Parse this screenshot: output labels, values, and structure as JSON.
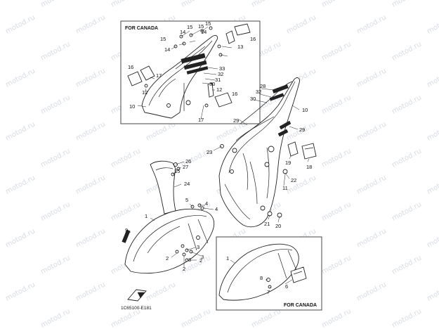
{
  "watermark_text": "motod.ru",
  "inset_top": {
    "caption": "FOR CANADA"
  },
  "inset_bottom": {
    "caption": "FOR CANADA"
  },
  "diagram_code": "1C65100-E181",
  "labels": {
    "top": [
      "15",
      "15",
      "15",
      "14",
      "14",
      "14",
      "15",
      "13",
      "16",
      "16",
      "17",
      "12",
      "33",
      "32",
      "31",
      "30",
      "12",
      "16",
      "10",
      "17"
    ],
    "rear": [
      "28",
      "32",
      "30",
      "10",
      "29",
      "29",
      "23",
      "19",
      "18",
      "22",
      "11",
      "21",
      "20"
    ],
    "front": [
      "26",
      "27",
      "25",
      "24",
      "1",
      "5",
      "4",
      "4",
      "9",
      "3",
      "3",
      "3",
      "2",
      "2",
      "2"
    ],
    "bottom": [
      "1",
      "8",
      "7",
      "6"
    ]
  }
}
